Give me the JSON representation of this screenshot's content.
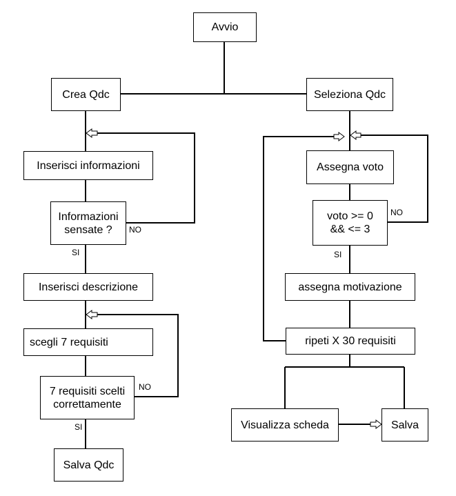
{
  "nodes": {
    "start": "Avvio",
    "create": "Crea Qdc",
    "select": "Seleziona Qdc",
    "insert_info": "Inserisci informazioni",
    "info_check": "Informazioni sensate ?",
    "insert_desc": "Inserisci descrizione",
    "choose_req": "scegli 7 requisiti",
    "req_check": "7 requisiti scelti correttamente",
    "save_qdc": "Salva Qdc",
    "assign_vote": "Assegna voto",
    "vote_check": "voto >= 0 && <= 3",
    "assign_motiv": "assegna motivazione",
    "repeat": "ripeti X 30 requisiti",
    "view_card": "Visualizza scheda",
    "save": "Salva"
  },
  "edge_labels": {
    "no_info": "NO",
    "si_info": "SI",
    "no_req": "NO",
    "si_req": "SI",
    "no_vote": "NO",
    "si_vote": "SI"
  }
}
